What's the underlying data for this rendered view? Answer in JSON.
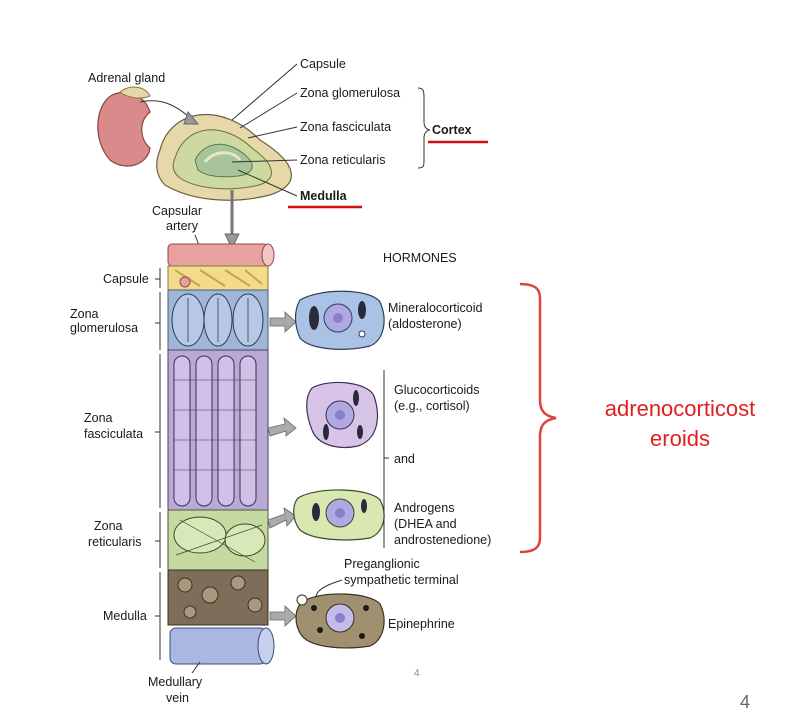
{
  "labels": {
    "adrenal_gland": "Adrenal gland",
    "capsule_top": "Capsule",
    "zona_glomerulosa_top": "Zona glomerulosa",
    "zona_fasciculata_top": "Zona fasciculata",
    "zona_reticularis_top": "Zona reticularis",
    "cortex": "Cortex",
    "medulla_top": "Medulla",
    "capsular_artery_1": "Capsular",
    "capsular_artery_2": "artery",
    "hormones": "HORMONES",
    "capsule_left": "Capsule",
    "zg_left_1": "Zona",
    "zg_left_2": "glomerulosa",
    "zf_left_1": "Zona",
    "zf_left_2": "fasciculata",
    "zr_left_1": "Zona",
    "zr_left_2": "reticularis",
    "medulla_left": "Medulla",
    "medullary_vein_1": "Medullary",
    "medullary_vein_2": "vein",
    "mineralo_1": "Mineralocorticoid",
    "mineralo_2": "(aldosterone)",
    "gluco_1": "Glucocorticoids",
    "gluco_2": "(e.g., cortisol)",
    "and": "and",
    "andro_1": "Androgens",
    "andro_2": "(DHEA and",
    "andro_3": "androstenedione)",
    "pregang_1": "Preganglionic",
    "pregang_2": "sympathetic terminal",
    "epinephrine": "Epinephrine",
    "small_page": "4"
  },
  "annotation": {
    "line1": "adrenocorticost",
    "line2": "eroids",
    "color": "#e02020"
  },
  "slide_number": "4",
  "colors": {
    "kidney": "#d98a8a",
    "cortex_outer": "#e6d8a8",
    "cortex_inner": "#cdd9a0",
    "medulla": "#a8c49a",
    "artery": "#e8a0a0",
    "capsule_band": "#f2dc8c",
    "glomerulosa": "#9fb6d8",
    "fasciculata": "#b9a9d4",
    "reticularis": "#c5d9a0",
    "medulla_tissue": "#7d6e5a",
    "vein": "#aab8e0",
    "cell_mineralo": "#a9c2e6",
    "cell_gluco": "#d8c4e6",
    "cell_andro": "#d9e8b0",
    "cell_epi": "#a09070",
    "nucleus": "#b0a8e0"
  }
}
